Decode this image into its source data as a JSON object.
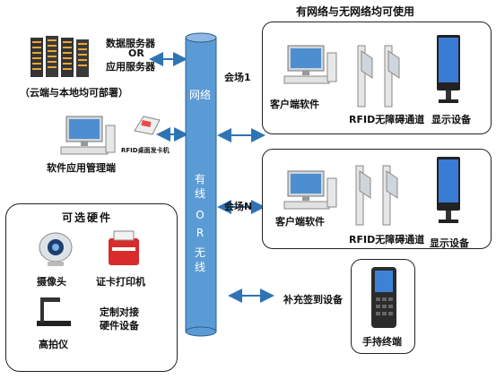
{
  "top_title": "有网络与无网络均可使用",
  "server": {
    "line1": "数据服务器",
    "line2": "OR",
    "line3": "应用服务器",
    "note": "（云端与本地均可部署）"
  },
  "card_reader_label": "RFID桌面发卡机",
  "admin_label": "软件应用管理端",
  "network_pipe": {
    "top_text": "网络",
    "bottom_text": [
      "有",
      "线",
      "O",
      "R",
      "无",
      "线"
    ]
  },
  "venue1": {
    "label": "会场1",
    "client": "客户端软件",
    "gate": "RFID无障碍通道",
    "display": "显示设备"
  },
  "venueN": {
    "label": "会场N",
    "client": "客户端软件",
    "gate": "RFID无障碍通道",
    "display": "显示设备"
  },
  "optional": {
    "title": "可选硬件",
    "camera": "摄像头",
    "printer": "证卡打印机",
    "scanner": "高拍仪",
    "custom_line1": "定制对接",
    "custom_line2": "硬件设备"
  },
  "signin_label": "补充签到设备",
  "handheld_label": "手持终端",
  "colors": {
    "arrow": "#2e74b5",
    "pipe": "#5b9bd5",
    "pipe_dark": "#3a78b8"
  }
}
